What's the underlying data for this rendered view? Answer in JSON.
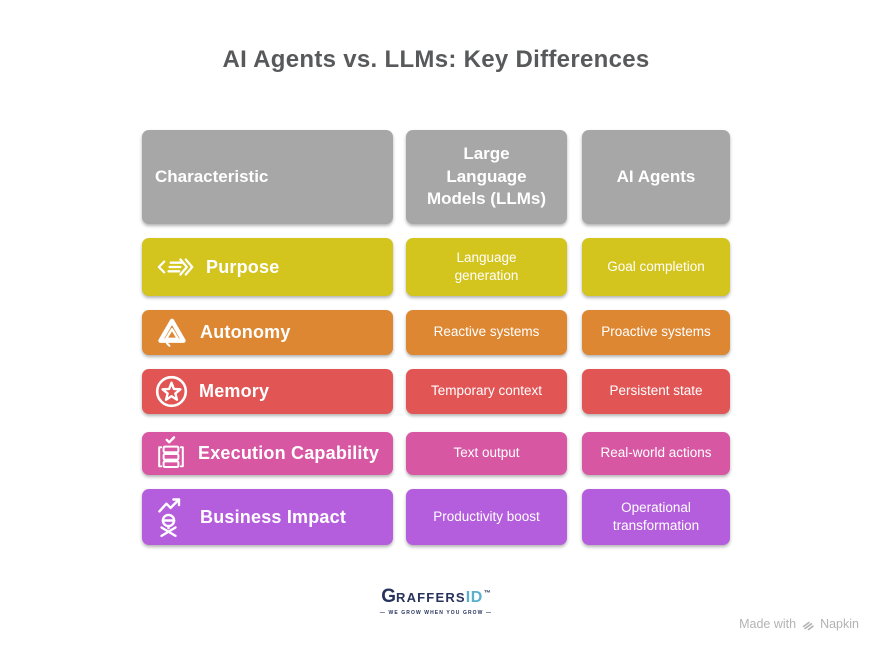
{
  "title": "AI Agents vs. LLMs: Key Differences",
  "colors": {
    "header_gray": "#a7a7a7",
    "title_text": "#58595b",
    "row_yellow": "#d4c41e",
    "row_orange": "#dd8732",
    "row_red": "#e15555",
    "row_pink": "#d857a3",
    "row_purple": "#b55edd",
    "logo_navy": "#27335c",
    "logo_blue": "#59b0cf",
    "napkin_gray": "#b3b3b3"
  },
  "table": {
    "headers": {
      "characteristic": "Characteristic",
      "llms": "Large\nLanguage\nModels (LLMs)",
      "agents": "AI Agents"
    },
    "rows": [
      {
        "name": "Purpose",
        "icon": "transfer-arrows-icon",
        "color": "#d4c41e",
        "llm": "Language\ngeneration",
        "agent": "Goal completion"
      },
      {
        "name": "Autonomy",
        "icon": "rounded-triangle-icon",
        "color": "#dd8732",
        "llm": "Reactive systems",
        "agent": "Proactive systems"
      },
      {
        "name": "Memory",
        "icon": "star-circle-icon",
        "color": "#e15555",
        "llm": "Temporary context",
        "agent": "Persistent state"
      },
      {
        "name": "Execution Capability",
        "icon": "checked-stack-icon",
        "color": "#d857a3",
        "llm": "Text output",
        "agent": "Real-world actions"
      },
      {
        "name": "Business Impact",
        "icon": "growth-person-icon",
        "color": "#b55edd",
        "llm": "Productivity boost",
        "agent": "Operational\ntransformation"
      }
    ]
  },
  "footer": {
    "logo_g": "G",
    "logo_raffers": "RAFFERS",
    "logo_id": "ID",
    "logo_tm": "™",
    "tagline": "— WE GROW WHEN YOU GROW —",
    "made_with": "Made with",
    "napkin": "Napkin"
  }
}
